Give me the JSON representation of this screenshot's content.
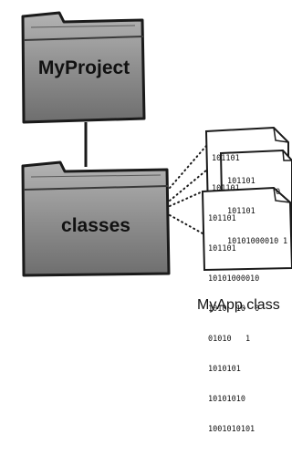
{
  "folders": {
    "project_label": "MyProject",
    "classes_label": "classes"
  },
  "documents": {
    "back_lines": [
      "101101",
      "101101"
    ],
    "middle_lines": [
      "101101",
      "101101",
      "10101000010"
    ],
    "front_lines": [
      "101101",
      "101101",
      "10101000010",
      "1010  10  0",
      "01010   1",
      "1010101",
      "10101010",
      "1001010101"
    ],
    "middle_fragment": "0",
    "back_fragment": "1"
  },
  "caption": "MyApp.class",
  "colors": {
    "folder_fill": "#8c8c8c",
    "folder_outline": "#1a1a1a",
    "document_fill": "#ffffff"
  }
}
